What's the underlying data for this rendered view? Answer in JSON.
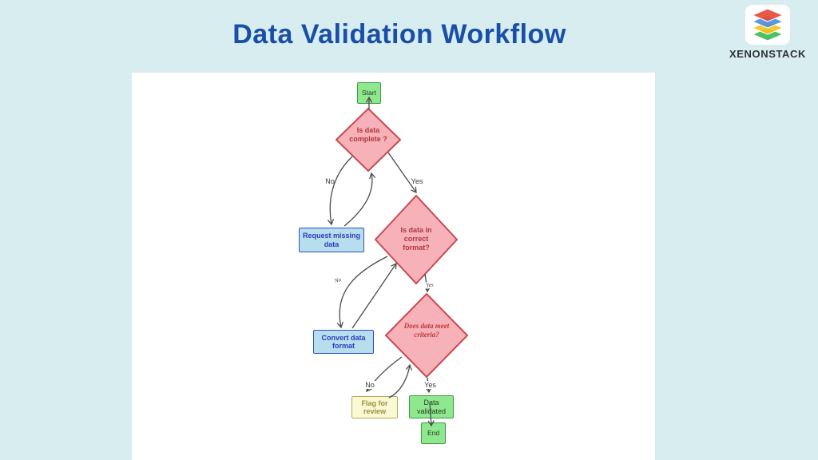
{
  "title": "Data Validation Workflow",
  "brand": {
    "name": "XENONSTACK"
  },
  "colors": {
    "background": "#d7edf0",
    "title_text": "#1a4fa8",
    "canvas": "#ffffff",
    "terminal_fill": "#8fe78f",
    "terminal_border": "#3d9e3d",
    "process_fill": "#b8deee",
    "process_border": "#2d4fc7",
    "decision_fill": "#f7b2b9",
    "decision_border": "#c94a4f",
    "decision_text": "#b03540",
    "review_fill": "#fbf9d5",
    "review_border": "#b2ae55",
    "arrow": "#4a4a4a",
    "logo_layers": [
      "#e74c3c",
      "#4a8fe2",
      "#f5c518",
      "#3dbb56"
    ]
  },
  "flowchart": {
    "nodes": {
      "start": {
        "label": "Start",
        "type": "terminal"
      },
      "d1": {
        "label": "Is data complete ?",
        "type": "decision"
      },
      "request": {
        "label": "Request missing data",
        "type": "process"
      },
      "d2": {
        "label": "Is data in correct format?",
        "type": "decision"
      },
      "convert": {
        "label": "Convert data format",
        "type": "process"
      },
      "d3": {
        "label": "Does data meet criteria?",
        "type": "decision"
      },
      "flag": {
        "label": "Flag for review",
        "type": "review"
      },
      "validated": {
        "label": "Data validated",
        "type": "terminal"
      },
      "end": {
        "label": "End",
        "type": "terminal"
      }
    },
    "edge_labels": {
      "d1_no": "No",
      "d1_yes": "Yes",
      "d2_no": "No",
      "d2_yes": "Yes",
      "d3_no": "No",
      "d3_yes": "Yes"
    }
  }
}
